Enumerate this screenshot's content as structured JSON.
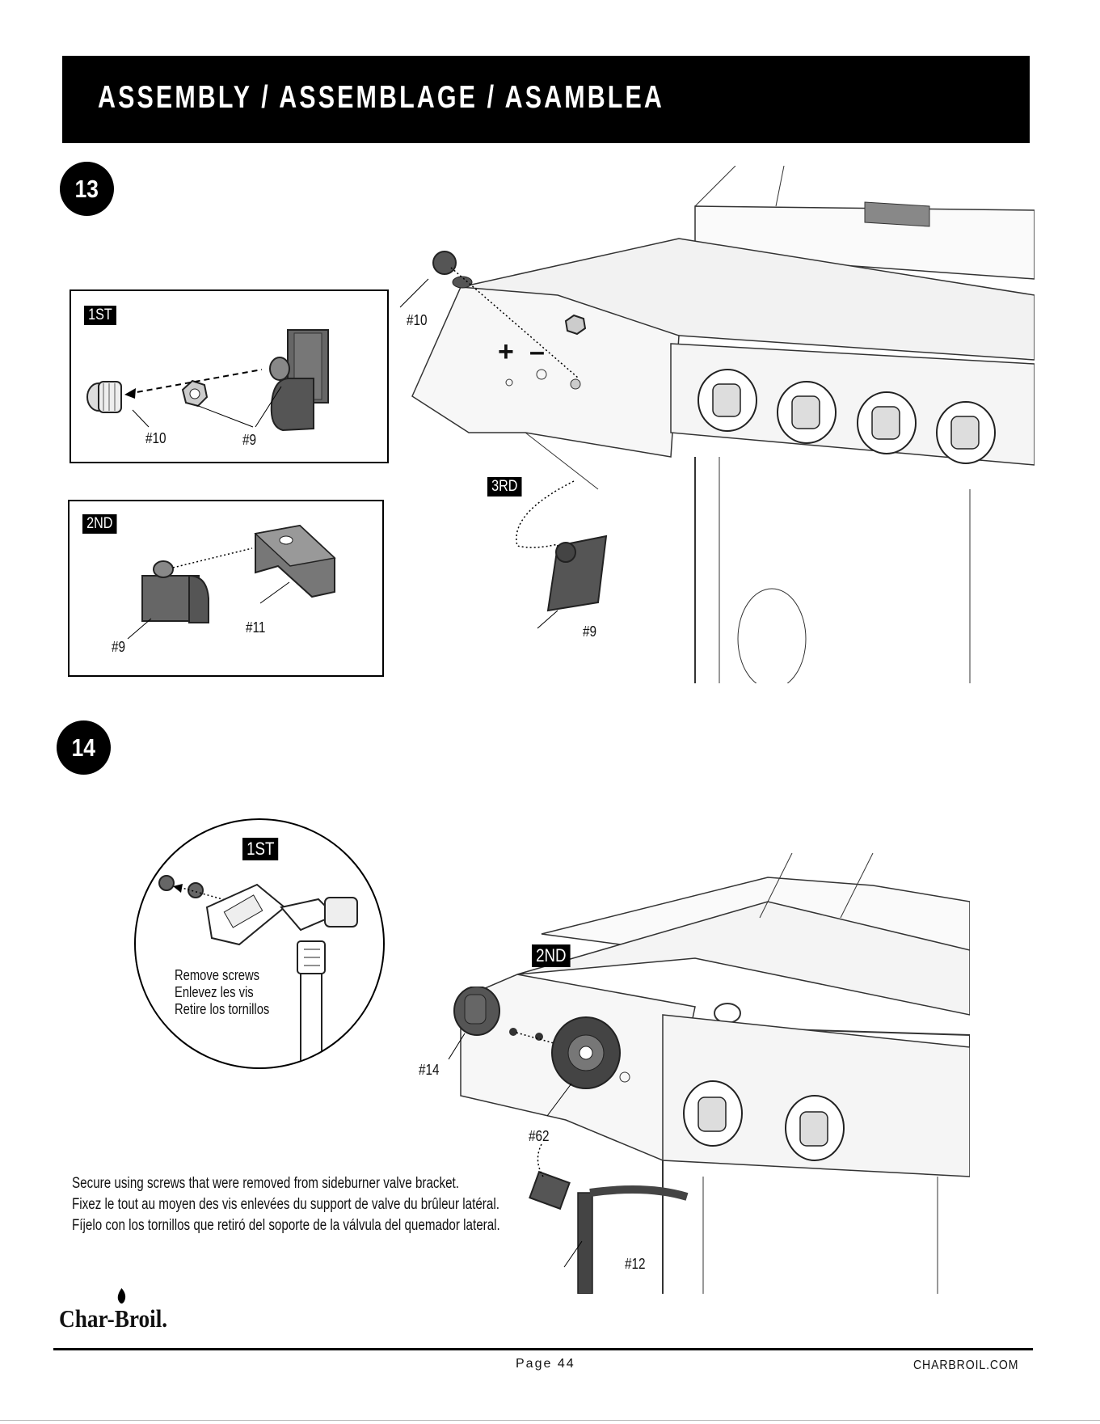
{
  "header": {
    "title": "ASSEMBLY / ASSEMBLAGE / ASAMBLEA"
  },
  "step13": {
    "number": "13",
    "panel1": {
      "tag": "1ST",
      "labels": [
        "#10",
        "#9"
      ]
    },
    "panel2": {
      "tag": "2ND",
      "labels": [
        "#9",
        "#11"
      ]
    },
    "main": {
      "tag": "3RD",
      "labels": [
        "#10",
        "#9"
      ],
      "symbols": [
        "+",
        "–"
      ]
    }
  },
  "step14": {
    "number": "14",
    "detail": {
      "tag": "1ST",
      "text": [
        "Remove screws",
        "Enlevez les vis",
        "Retire los tornillos"
      ]
    },
    "main": {
      "tag": "2ND",
      "labels": [
        "#14",
        "#62",
        "#12"
      ]
    },
    "instructions": [
      "Secure using screws that were removed from sideburner valve bracket.",
      "Fixez le tout au moyen des vis enlevées du support de valve du brûleur latéral.",
      "Fíjelo con los tornillos que retiró del soporte de la válvula del quemador lateral."
    ]
  },
  "footer": {
    "logo": "Char-Broil.",
    "page": "Page 44",
    "site": "CHARBROIL.COM"
  }
}
